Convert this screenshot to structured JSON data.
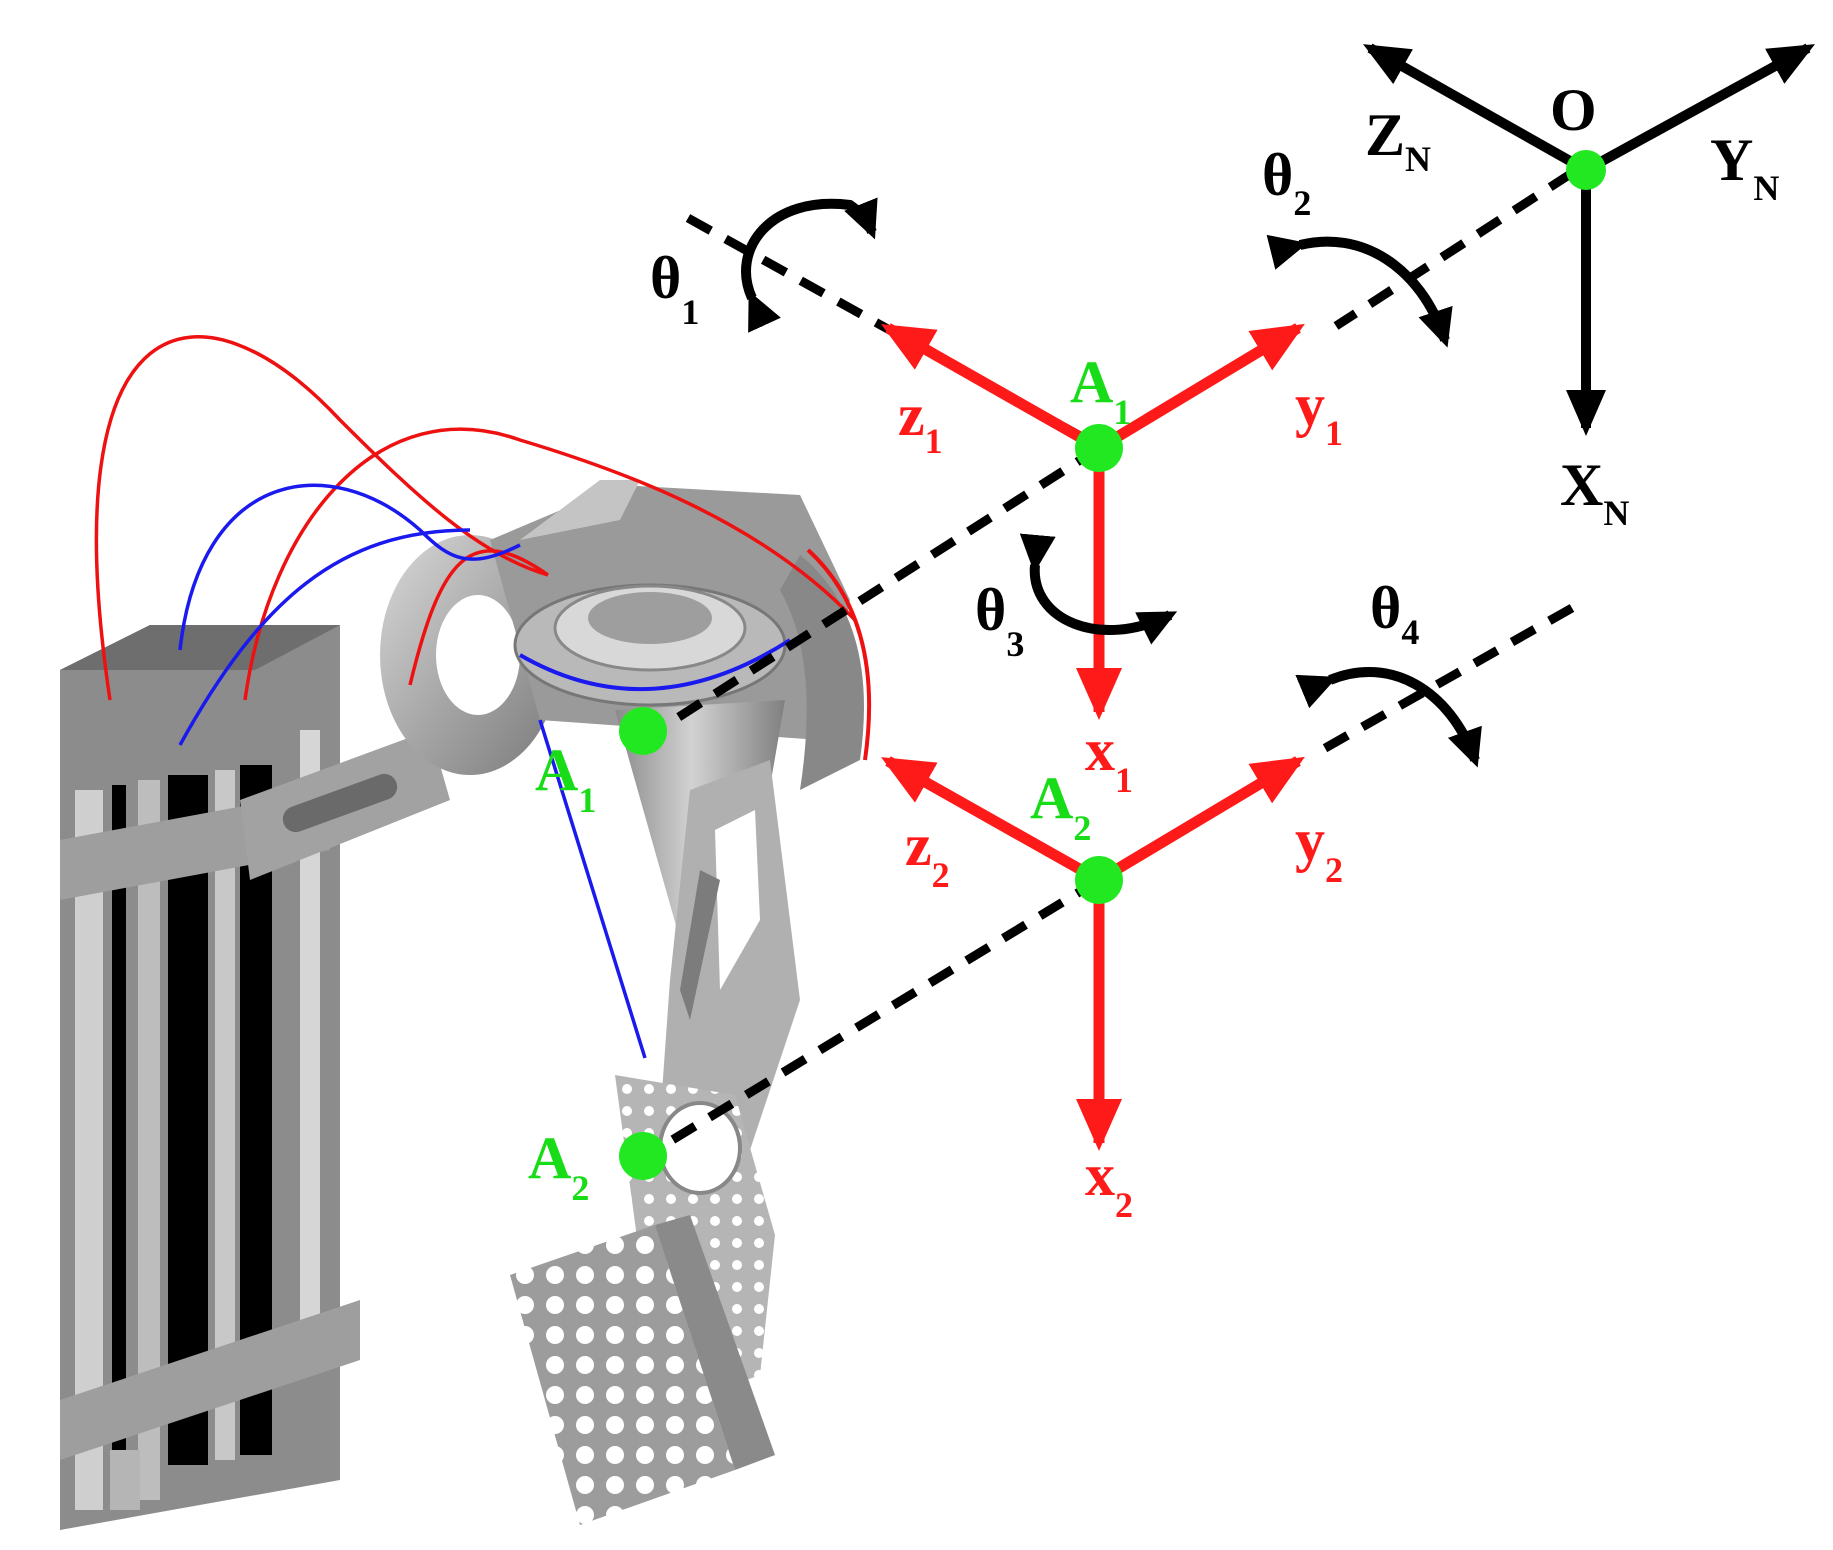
{
  "colors": {
    "frame_red": "#ff1a1a",
    "world_black": "#000000",
    "joint_green": "#22e822",
    "point_label_green": "#17dc17",
    "metal_gray": "#9a9a9a",
    "metal_dark": "#5e5e5e",
    "cable_red": "#ee1111",
    "cable_blue": "#1a1aee"
  },
  "world_frame": {
    "origin": "O",
    "axes": [
      {
        "base": "Z",
        "sub": "N"
      },
      {
        "base": "Y",
        "sub": "N"
      },
      {
        "base": "X",
        "sub": "N"
      }
    ]
  },
  "frame_1": {
    "point": {
      "base": "A",
      "sub": "1"
    },
    "axes": [
      {
        "base": "z",
        "sub": "1"
      },
      {
        "base": "y",
        "sub": "1"
      },
      {
        "base": "x",
        "sub": "1"
      }
    ]
  },
  "frame_2": {
    "point": {
      "base": "A",
      "sub": "2"
    },
    "axes": [
      {
        "base": "z",
        "sub": "2"
      },
      {
        "base": "y",
        "sub": "2"
      },
      {
        "base": "x",
        "sub": "2"
      }
    ]
  },
  "joint_angles": [
    {
      "base": "θ",
      "sub": "1"
    },
    {
      "base": "θ",
      "sub": "2"
    },
    {
      "base": "θ",
      "sub": "3"
    },
    {
      "base": "θ",
      "sub": "4"
    }
  ],
  "model_points": [
    {
      "base": "A",
      "sub": "1"
    },
    {
      "base": "A",
      "sub": "2"
    }
  ],
  "icons": [
    "robot-arm-cad-model",
    "rotation-arrow-icon",
    "joint-marker-icon"
  ]
}
